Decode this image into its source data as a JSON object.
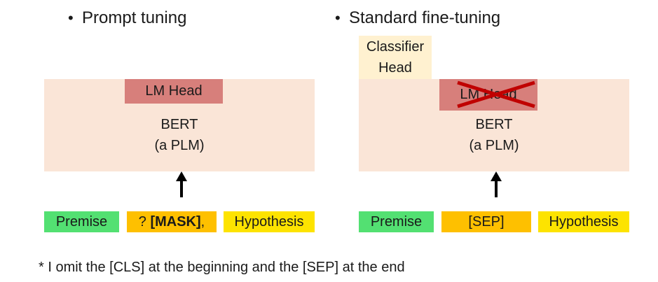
{
  "left": {
    "heading": "Prompt tuning",
    "head_label": "LM Head",
    "model_line1": "BERT",
    "model_line2": "(a PLM)",
    "tokens": {
      "premise": "Premise",
      "mask_prefix": "? ",
      "mask_bold": "[MASK]",
      "mask_suffix": ",",
      "hypothesis": "Hypothesis"
    }
  },
  "right": {
    "heading": "Standard fine-tuning",
    "classifier_line1": "Classifier",
    "classifier_line2": "Head",
    "head_label": "LM Head",
    "model_line1": "BERT",
    "model_line2": "(a PLM)",
    "tokens": {
      "premise": "Premise",
      "sep": "[SEP]",
      "hypothesis": "Hypothesis"
    }
  },
  "bullet": "•",
  "footnote": "* I omit the [CLS] at the beginning and the [SEP] at the end",
  "colors": {
    "bert_bg": "#fae5d7",
    "lm_head": "#d77f7b",
    "classifier_head": "#fff1d0",
    "premise": "#53e072",
    "mask_sep": "#fec000",
    "hypothesis": "#fde300",
    "cross": "#c00000"
  }
}
